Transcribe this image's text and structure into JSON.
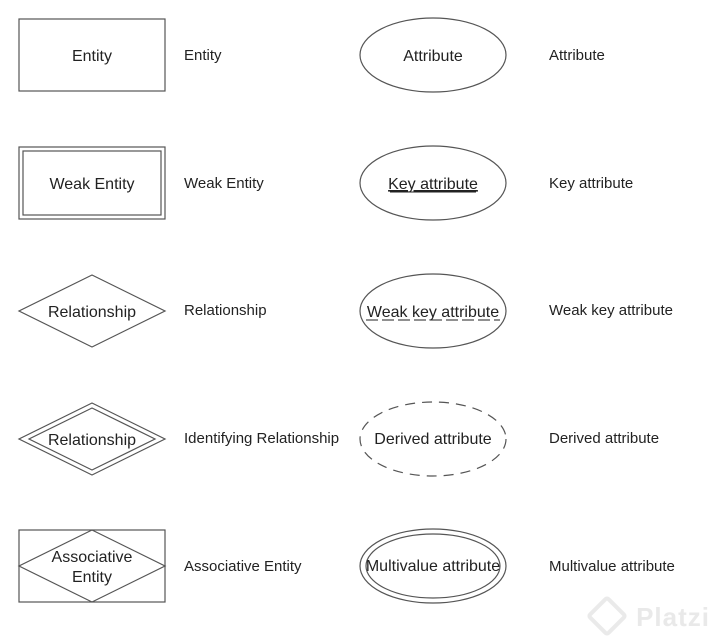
{
  "symbols": {
    "entity": {
      "inner": "Entity",
      "label": "Entity"
    },
    "weak_entity": {
      "inner": "Weak Entity",
      "label": "Weak Entity"
    },
    "relationship": {
      "inner": "Relationship",
      "label": "Relationship"
    },
    "identifying_relationship": {
      "inner": "Relationship",
      "label": "Identifying Relationship"
    },
    "associative_entity": {
      "inner_line1": "Associative",
      "inner_line2": "Entity",
      "label": "Associative Entity"
    },
    "attribute": {
      "inner": "Attribute",
      "label": "Attribute"
    },
    "key_attribute": {
      "inner": "Key attribute",
      "label": "Key attribute"
    },
    "weak_key_attribute": {
      "inner": "Weak key attribute",
      "label": "Weak key attribute"
    },
    "derived_attribute": {
      "inner": "Derived attribute",
      "label": "Derived attribute"
    },
    "multivalue_attribute": {
      "inner": "Multivalue attribute",
      "label": "Multivalue attribute"
    }
  },
  "watermark": "Platzi",
  "colors": {
    "stroke": "#555555",
    "text": "#222222"
  }
}
